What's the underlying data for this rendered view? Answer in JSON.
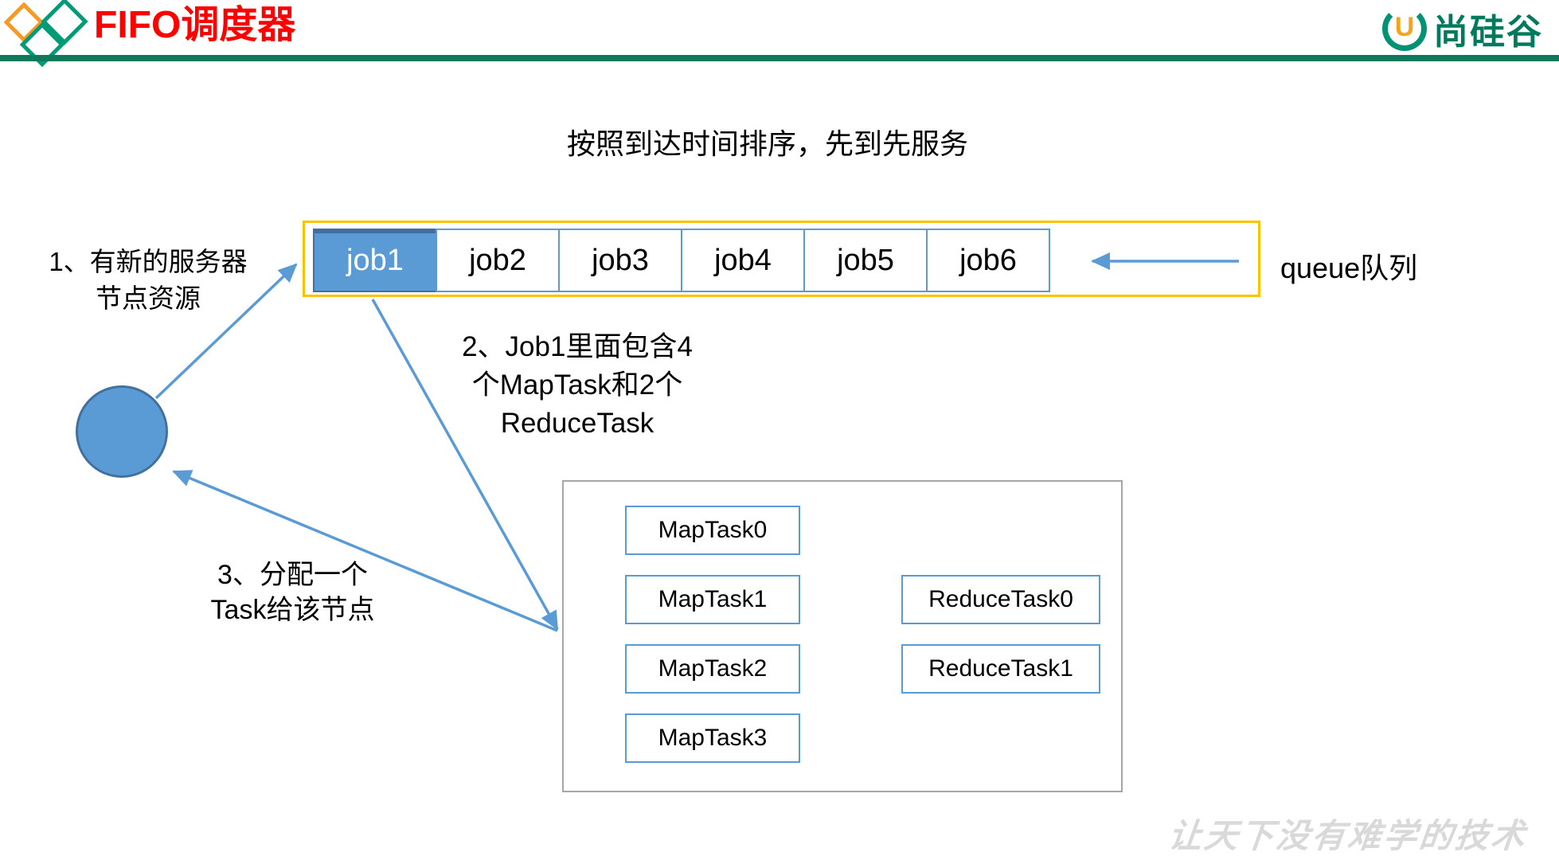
{
  "header": {
    "title": "FIFO调度器",
    "brand": "尚硅谷",
    "brand_initial": "U"
  },
  "subtitle": "按照到达时间排序，先到先服务",
  "queue": {
    "label": "queue队列",
    "jobs": [
      {
        "label": "job1",
        "selected": true
      },
      {
        "label": "job2",
        "selected": false
      },
      {
        "label": "job3",
        "selected": false
      },
      {
        "label": "job4",
        "selected": false
      },
      {
        "label": "job5",
        "selected": false
      },
      {
        "label": "job6",
        "selected": false
      }
    ]
  },
  "annotations": {
    "step1": [
      "1、有新的服务器",
      "节点资源"
    ],
    "step2": [
      "2、Job1里面包含4",
      "个MapTask和2个",
      "ReduceTask"
    ],
    "step3": [
      "3、分配一个",
      "Task给该节点"
    ]
  },
  "job1_tasks": {
    "map_tasks": [
      "MapTask0",
      "MapTask1",
      "MapTask2",
      "MapTask3"
    ],
    "reduce_tasks": [
      "ReduceTask0",
      "ReduceTask1"
    ]
  },
  "watermark": "让天下没有难学的技术",
  "colors": {
    "accent_blue": "#5b9bd5",
    "accent_blue_dark": "#41719c",
    "queue_border_gold": "#ffc000",
    "panel_border_gray": "#a6a6a6",
    "brand_green": "#00795c",
    "brand_orange": "#f59a23",
    "title_red": "#ff0000",
    "header_rule_green": "#0e795b",
    "watermark_gray": "#d9d9d9"
  }
}
